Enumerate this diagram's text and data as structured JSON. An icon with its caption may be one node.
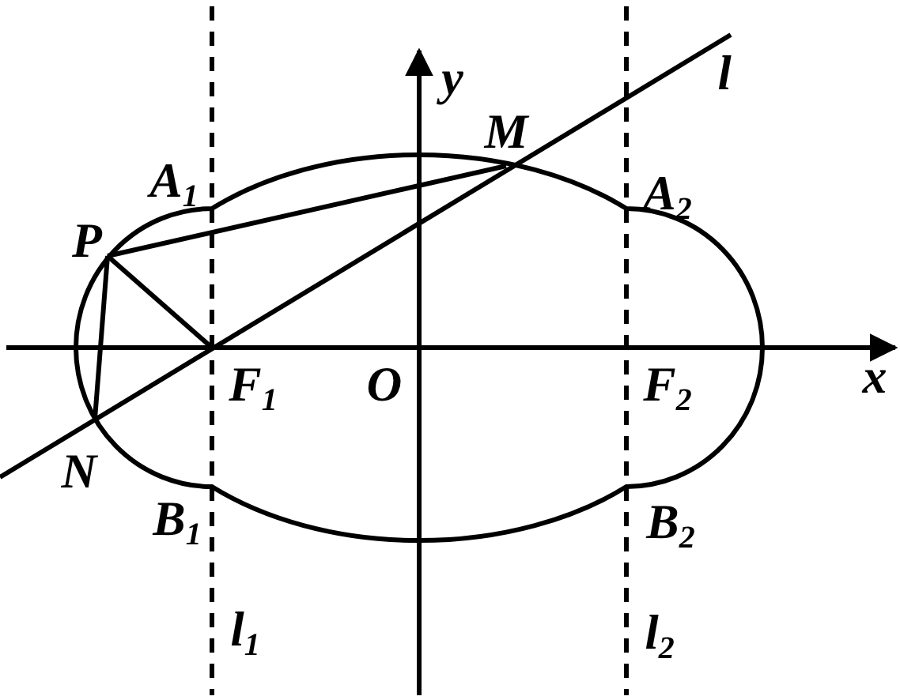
{
  "diagram": {
    "labels": [
      "y",
      "l",
      "M",
      "A$_{1}$",
      "A$_{2}$",
      "P",
      "F$_{1}$",
      "O",
      "F$_{2}$",
      "x",
      "N",
      "B$_{1}$",
      "B$_{2}$",
      "l$_{1}$",
      "l$_{2}$"
    ]
  }
}
